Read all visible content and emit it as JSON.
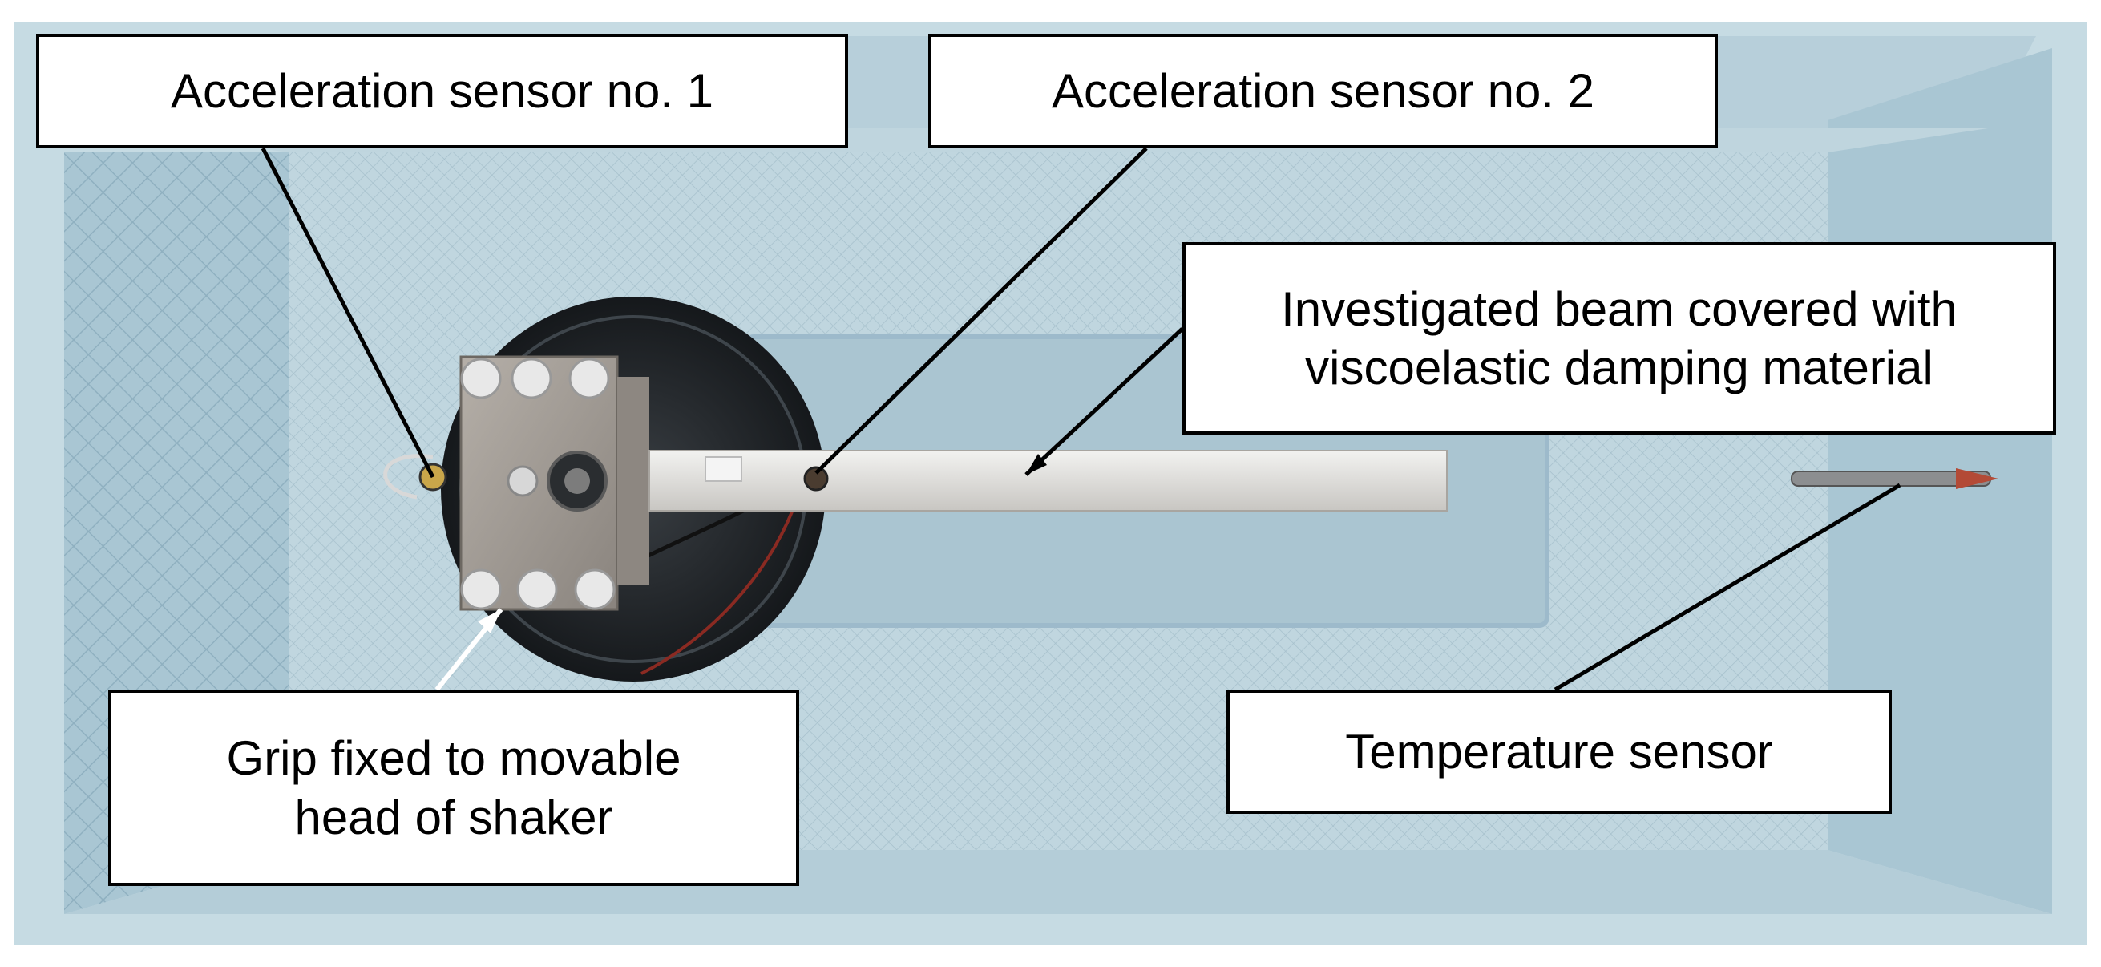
{
  "labels": {
    "accel_sensor_1": "Acceleration sensor no. 1",
    "accel_sensor_2": "Acceleration sensor no. 2",
    "beam_line1": "Investigated beam covered with",
    "beam_line2": "viscoelastic damping material",
    "grip_line1": "Grip fixed to movable",
    "grip_line2": "head of shaker",
    "temperature_sensor": "Temperature sensor"
  },
  "colors": {
    "chamber_foam": "#b9d3dd",
    "chamber_wall": "#a9c6d3",
    "mesh": "#8fb0c0",
    "shaker_body": "#262a2e",
    "grip_steel": "#a29c96",
    "bolt": "#e6e6e6",
    "beam": "#dcdad6",
    "leader_black": "#000000",
    "leader_white": "#ffffff"
  }
}
